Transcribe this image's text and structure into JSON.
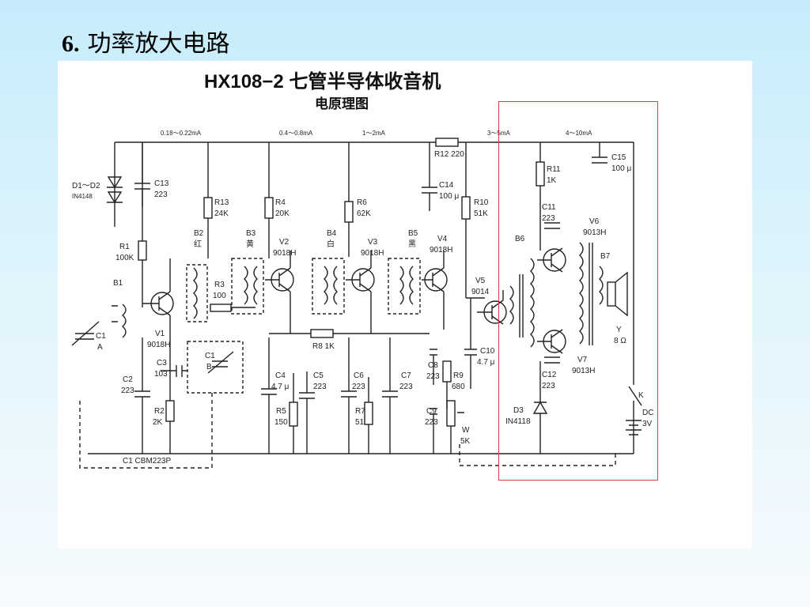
{
  "slide": {
    "number": "6.",
    "title": "功率放大电路"
  },
  "diagram": {
    "title": "HX108−2 七管半导体收音机",
    "subtitle": "电原理图",
    "currents": {
      "c1": "0.18～0.22mA",
      "c2": "0.4～0.8mA",
      "c3": "1～2mA",
      "c4": "3～5mA",
      "c5": "4～10mA"
    },
    "labels": {
      "d1d2": "D1～D2",
      "in4148": "IN4148",
      "c13": "C13",
      "c13v": "223",
      "r13": "R13",
      "r13v": "24K",
      "r4": "R4",
      "r4v": "20K",
      "r6": "R6",
      "r6v": "62K",
      "r12": "R12  220",
      "c14": "C14",
      "c14v": "100 μ",
      "r10": "R10",
      "r10v": "51K",
      "r11": "R11",
      "r11v": "1K",
      "c15": "C15",
      "c15v": "100 μ",
      "r1": "R1",
      "r1v": "100K",
      "b1": "B1",
      "b2": "B2",
      "hong": "红",
      "b3": "B3",
      "huang": "黄",
      "v2": "V2",
      "v2v": "9018H",
      "b4": "B4",
      "bai": "白",
      "v3": "V3",
      "v3v": "9018H",
      "b5": "B5",
      "hei": "黑",
      "v4": "V4",
      "v4v": "9018H",
      "c11": "C11",
      "c11v": "223",
      "v6": "V6",
      "v6v": "9013H",
      "b6": "B6",
      "b7": "B7",
      "r3": "R3",
      "r3v": "100",
      "v5": "V5",
      "v5v": "9014",
      "v1": "V1",
      "v1v": "9018H",
      "c1a": "C1",
      "c1a2": "A",
      "c1b": "C1",
      "c1b2": "B",
      "c3": "C3",
      "c3v": "103",
      "r8": "R8  1K",
      "c10": "C10",
      "c10v": "4.7 μ",
      "y": "Y",
      "yv": "8 Ω",
      "c12": "C12",
      "c12v": "223",
      "v7": "V7",
      "v7v": "9013H",
      "c2": "C2",
      "c2v": "223",
      "c4": "C4",
      "c4v": "4.7 μ",
      "c5": "C5",
      "c5v": "223",
      "c6": "C6",
      "c6v": "223",
      "c7": "C7",
      "c7v": "223",
      "c8": "C8",
      "c8v": "223",
      "r9": "R9",
      "r9v": "680",
      "r5": "R5",
      "r5v": "150",
      "r7": "R7",
      "r7v": "51",
      "c9": "C9",
      "c9v": "223",
      "r2": "R2",
      "r2v": "2K",
      "w": "W",
      "wv": "5K",
      "d3": "D3",
      "d3v": "IN4118",
      "k": "K",
      "dc": "DC",
      "dcv": "3V",
      "cbm": "C1  CBM223P"
    }
  }
}
